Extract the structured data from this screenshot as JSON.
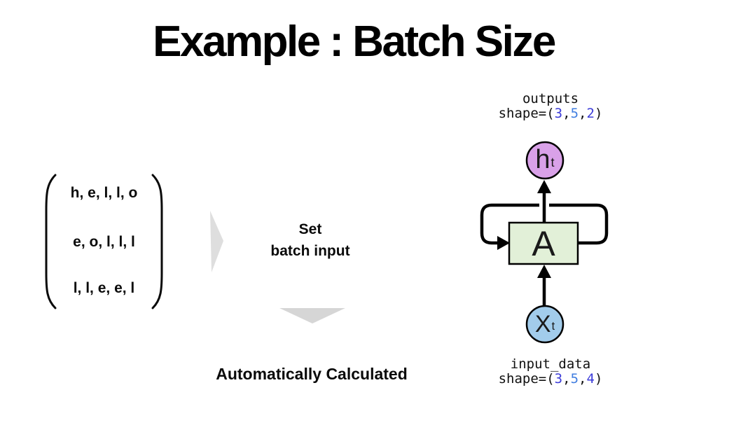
{
  "title": "Example : Batch Size",
  "matrix": {
    "rows": [
      "h, e, l, l, o",
      "e, o, l, l, l",
      "l, l, e, e, l"
    ]
  },
  "process": {
    "line1": "Set",
    "line2": "batch input",
    "footer": "Automatically Calculated"
  },
  "rnn": {
    "outputs": {
      "label": "outputs",
      "shape_prefix": "shape=(",
      "dims": [
        "3",
        "5",
        "2"
      ],
      "comma": ",",
      "shape_suffix": ")"
    },
    "inputs": {
      "label": "input_data",
      "shape_prefix": "shape=(",
      "dims": [
        "3",
        "5",
        "4"
      ],
      "comma": ",",
      "shape_suffix": ")"
    },
    "hidden_node": {
      "main": "h",
      "sub": "t"
    },
    "cell": "A",
    "input_node": {
      "main": "X",
      "sub": "t"
    }
  },
  "colors": {
    "dim_primary": "#3c3cd9",
    "dim_secondary": "#3f7de0",
    "hidden_fill": "#d9a1e8",
    "cell_fill": "#e2f0d8",
    "input_fill": "#a2cceb",
    "stroke": "#000000",
    "muted_chevron": "#dedede",
    "muted_triangle": "#d6d6d6"
  }
}
